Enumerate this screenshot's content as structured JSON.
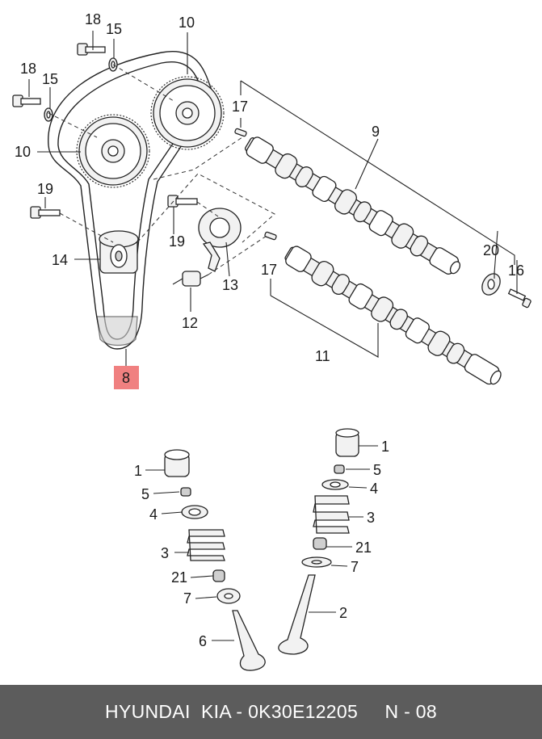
{
  "callouts": {
    "c18a": "18",
    "c15a": "15",
    "c10a": "10",
    "c18b": "18",
    "c15b": "15",
    "c17a": "17",
    "c10b": "10",
    "c9": "9",
    "c19a": "19",
    "c19b": "19",
    "c20": "20",
    "c16": "16",
    "c14": "14",
    "c13": "13",
    "c17b": "17",
    "c12": "12",
    "c11": "11",
    "c8": "8",
    "l1": "1",
    "l5": "5",
    "l4": "4",
    "l3": "3",
    "l21": "21",
    "l7": "7",
    "l6": "6",
    "r1": "1",
    "r5": "5",
    "r4": "4",
    "r3": "3",
    "r21": "21",
    "r7": "7",
    "r2": "2"
  },
  "highlight_color": "#f08080",
  "footer": {
    "text": "HYUNDAI  KIA - 0K30E12205     N - 08"
  }
}
